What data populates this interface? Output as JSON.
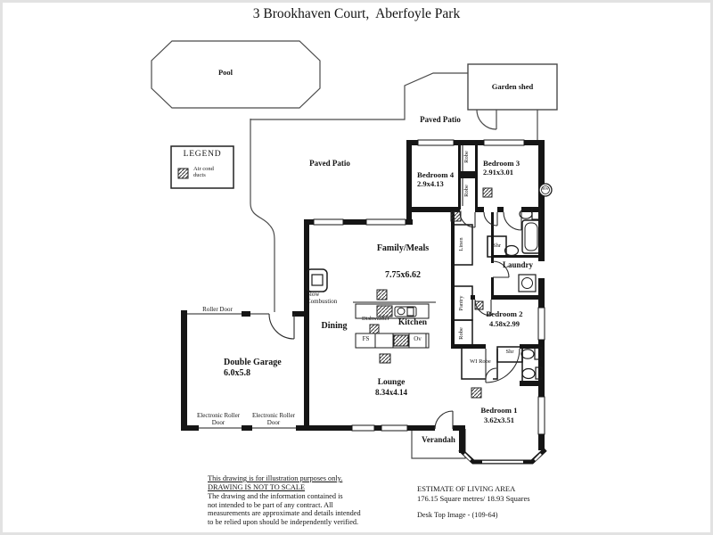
{
  "title": "3 Brookhaven Court,  Aberfoyle Park",
  "outdoor": {
    "pool": "Pool",
    "garden_shed": "Garden shed",
    "paved_patio_upper": "Paved Patio",
    "paved_patio_main": "Paved Patio",
    "roller_door": "Roller Door",
    "electronic_roller_door_left": "Electronic Roller Door",
    "electronic_roller_door_right": "Electronic Roller Door"
  },
  "legend": {
    "title": "LEGEND",
    "air_cond": "Air cond ducts"
  },
  "rooms": {
    "bedroom4": {
      "name": "Bedroom 4",
      "size": "2.9x4.13"
    },
    "bedroom3": {
      "name": "Bedroom 3",
      "size": "2.91x3.01"
    },
    "family_meals": {
      "name": "Family/Meals",
      "size": "7.75x6.62"
    },
    "laundry": {
      "name": "Laundry"
    },
    "bedroom2": {
      "name": "Bedroom 2",
      "size": "4.58x2.99"
    },
    "dining": {
      "name": "Dining"
    },
    "kitchen": {
      "name": "Kitchen"
    },
    "lounge": {
      "name": "Lounge",
      "size": "8.34x4.14"
    },
    "bedroom1": {
      "name": "Bedroom 1",
      "size": "3.62x3.51"
    },
    "verandah": {
      "name": "Verandah"
    },
    "garage": {
      "name": "Double Garage",
      "size": "6.0x5.8"
    }
  },
  "fixtures": {
    "robe_bed4": "Robe",
    "robe_bed3": "Robe",
    "robe_bed2": "Robe",
    "linen": "Linen",
    "pantry": "Pantry",
    "wi_robe": "WI Robe",
    "shr_bathroom": "Shr",
    "shr_ensuite": "Shr",
    "hot_water": "HW",
    "slow_combustion": "Slow Combustion",
    "dishwasher": "Dishwasher",
    "fridge_space": "FS",
    "oven": "Ov"
  },
  "footer": {
    "disclaimer": [
      "This drawing is for illustration purposes only.",
      "DRAWING IS NOT TO SCALE",
      "The drawing and the information contained is",
      "not intended to be part of any contract.  All",
      "measurements are approximate and details intended",
      "to be relied upon should be independently verified."
    ],
    "estimate_title": "ESTIMATE OF LIVING AREA",
    "estimate_value": "176.15 Square metres/ 18.93 Squares",
    "image_ref": "Desk Top Image - (109-64)"
  }
}
